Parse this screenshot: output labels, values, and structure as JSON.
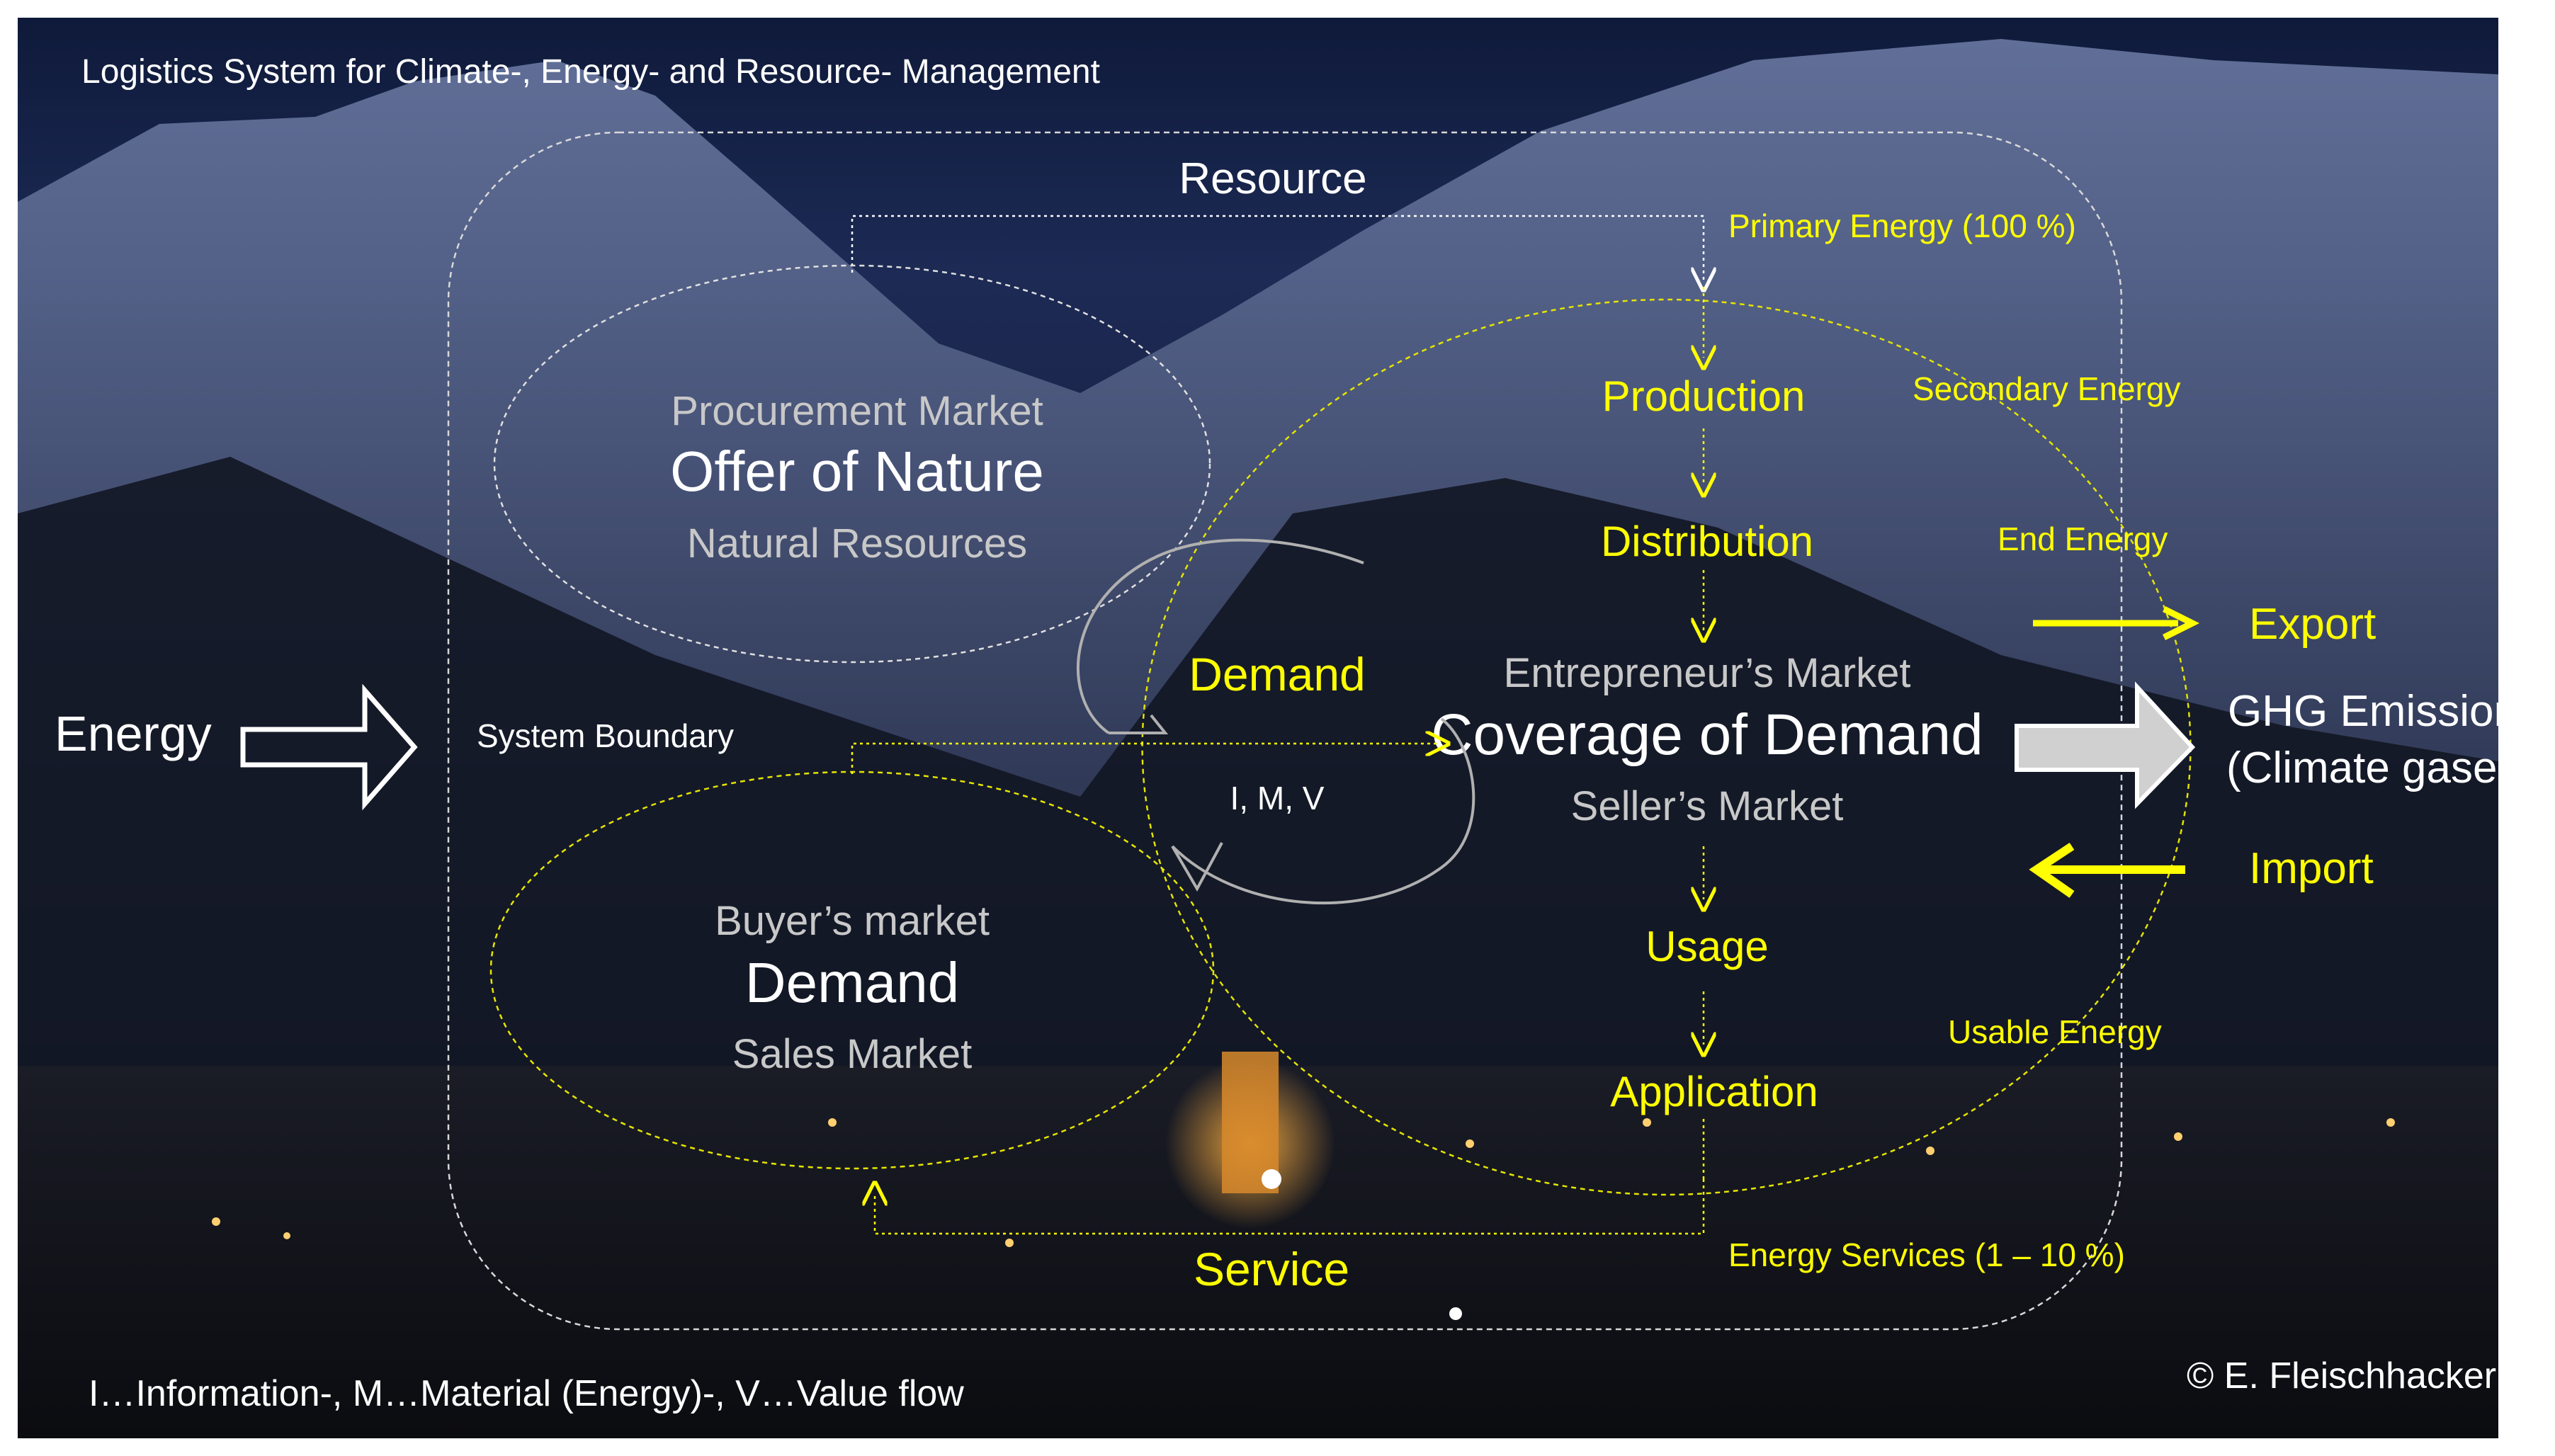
{
  "title": "Logistics System for Climate-, Energy- and Resource- Management",
  "resource_label": "Resource",
  "energy_label": "Energy",
  "system_boundary_label": "System Boundary",
  "procurement": {
    "top": "Procurement Market",
    "main": "Offer of Nature",
    "bottom": "Natural Resources"
  },
  "buyer": {
    "top": "Buyer’s market",
    "main": "Demand",
    "bottom": "Sales Market"
  },
  "entrepreneur": {
    "top": "Entrepreneur’s Market",
    "main": "Coverage of Demand",
    "bottom": "Seller’s Market"
  },
  "cycle": {
    "demand": "Demand",
    "imv": "I, M, V"
  },
  "chain": {
    "production": "Production",
    "distribution": "Distribution",
    "usage": "Usage",
    "application": "Application",
    "service": "Service"
  },
  "energy_levels": {
    "primary": "Primary Energy (100 %)",
    "secondary": "Secondary Energy",
    "end": "End Energy",
    "usable": "Usable Energy",
    "services": "Energy Services (1 – 10 %)"
  },
  "outputs": {
    "export": "Export",
    "ghg_line1": "GHG Emissions",
    "ghg_line2": "(Climate gases)",
    "import": "Import"
  },
  "footer": {
    "legend": "I…Information-, M…Material (Energy)-, V…Value flow",
    "copyright": "© E. Fleischhacker"
  },
  "colors": {
    "accent_yellow": "#ffff00",
    "white": "#ffffff",
    "grey_text": "#c8c8c8",
    "background_dark": "#0d1222"
  }
}
